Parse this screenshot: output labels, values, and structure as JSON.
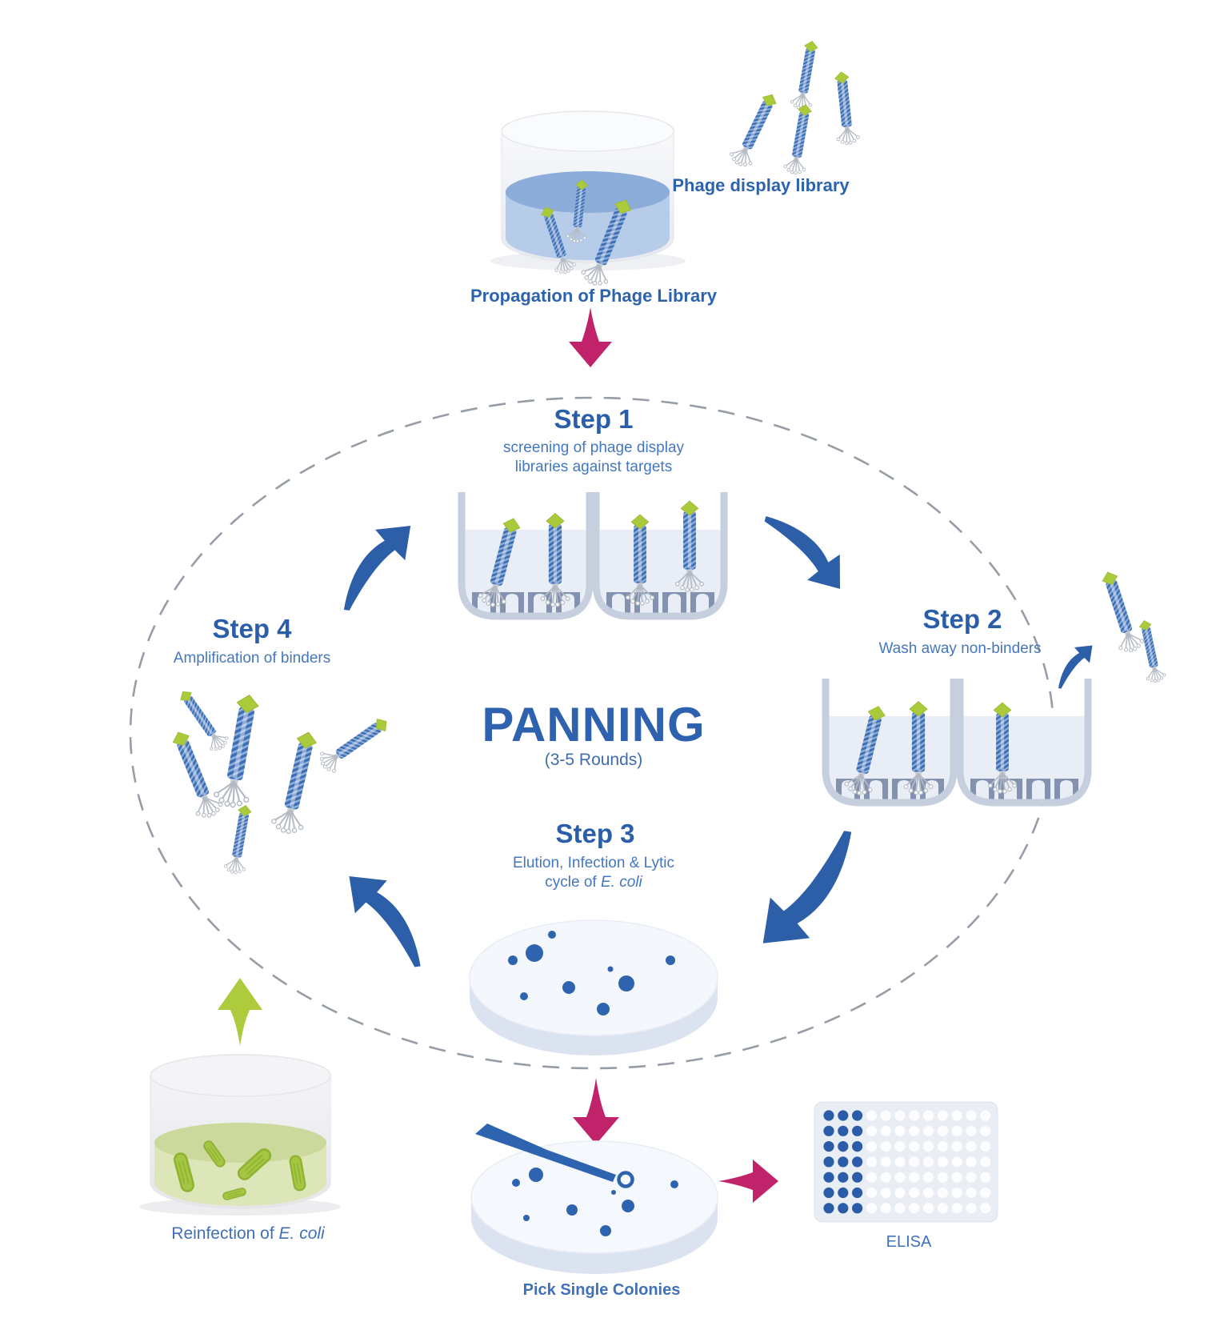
{
  "diagram": {
    "library_label": "Phage display library",
    "propagation_label": "Propagation of Phage Library",
    "panning": {
      "title": "PANNING",
      "subtitle": "(3-5 Rounds)"
    },
    "steps": {
      "step1": {
        "title": "Step 1",
        "desc_line1": "screening of phage display",
        "desc_line2": "libraries against targets"
      },
      "step2": {
        "title": "Step 2",
        "desc": "Wash away non-binders"
      },
      "step3": {
        "title": "Step 3",
        "desc_line1": "Elution, Infection & Lytic",
        "desc_line2_prefix": "cycle of ",
        "desc_line2_italic": "E. coli"
      },
      "step4": {
        "title": "Step 4",
        "desc": "Amplification of binders"
      }
    },
    "bottom": {
      "reinfection_prefix": "Reinfection of ",
      "reinfection_italic": "E. coli",
      "pick_label": "Pick Single Colonies",
      "elisa_label": "ELISA"
    },
    "colors": {
      "heading_blue": "#2b5ea9",
      "text_blue": "#4577be",
      "arrow_blue": "#2c5fa7",
      "magenta": "#c02369",
      "green": "#aecb3e",
      "phage_body": "#3e6fb4",
      "phage_cap": "#aaca3c",
      "colony_blue": "#2e63af"
    },
    "elisa_plate": {
      "rows": 7,
      "cols": 12,
      "filled_cols": 3
    }
  }
}
